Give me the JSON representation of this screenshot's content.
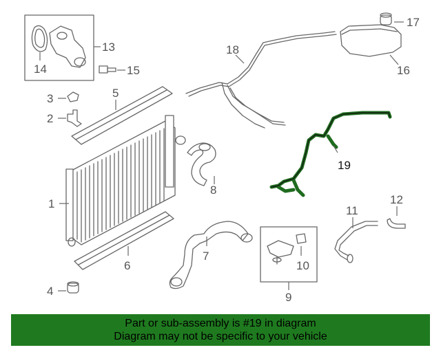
{
  "callouts": {
    "c1": "1",
    "c2": "2",
    "c3": "3",
    "c4": "4",
    "c5": "5",
    "c6": "6",
    "c7": "7",
    "c8": "8",
    "c9": "9",
    "c10": "10",
    "c11": "11",
    "c12": "12",
    "c13": "13",
    "c14": "14",
    "c15": "15",
    "c16": "16",
    "c17": "17",
    "c18": "18",
    "c19": "19"
  },
  "highlighted_part": "19",
  "colors": {
    "highlight": "#1f6b1f",
    "banner": "#1f7a1f",
    "line": "#666666"
  },
  "banner": {
    "line1": "Part or sub-assembly is #19 in diagram",
    "line2": "Diagram may not be specific to your vehicle"
  }
}
